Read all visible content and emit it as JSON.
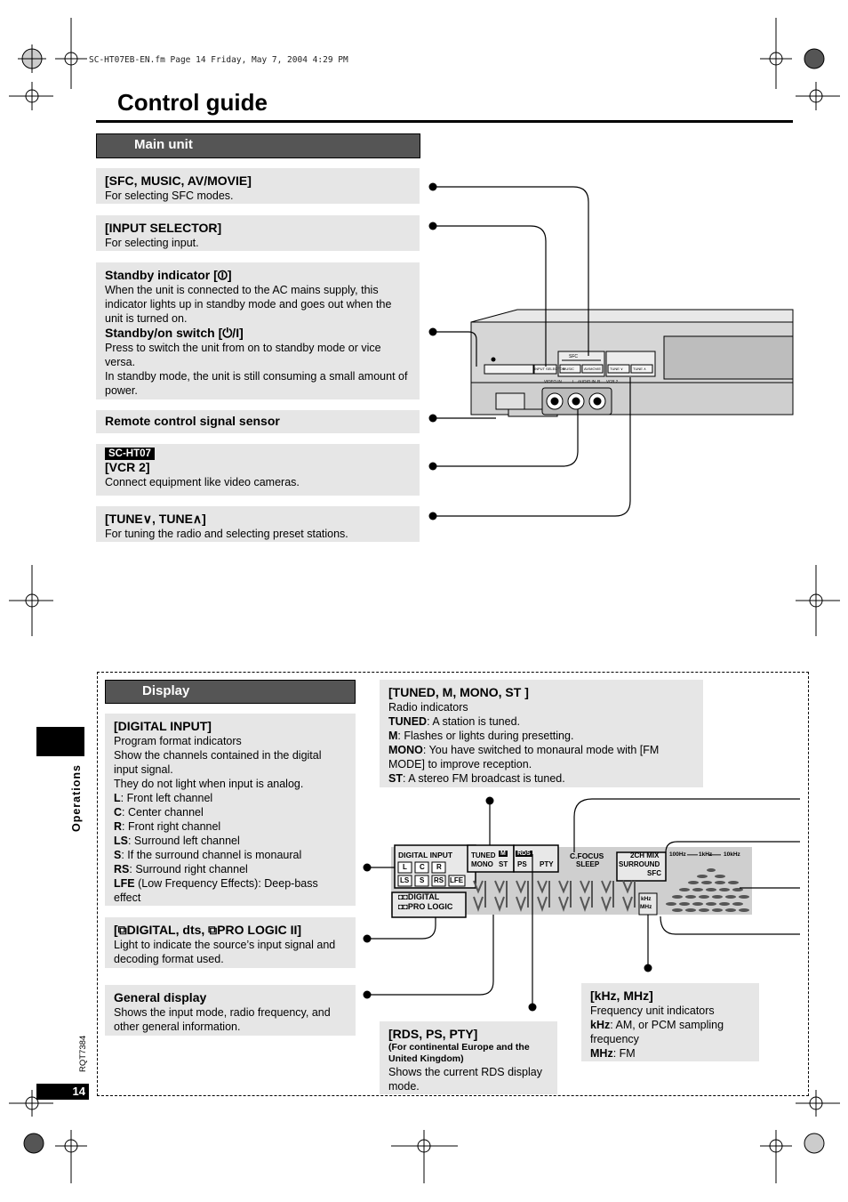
{
  "header": {
    "file_line": "SC-HT07EB-EN.fm  Page 14  Friday, May 7, 2004  4:29 PM",
    "title": "Control guide"
  },
  "main_unit": {
    "section_label": "Main unit",
    "items": [
      {
        "title": "[SFC, MUSIC, AV/MOVIE]",
        "lines": [
          "For selecting SFC modes."
        ]
      },
      {
        "title": "[INPUT SELECTOR]",
        "lines": [
          "For selecting input."
        ]
      },
      {
        "title": "Standby indicator [⏼]",
        "lines": [
          "When the unit is connected to the AC mains supply, this indicator lights up in standby mode and goes out when the unit is turned on."
        ],
        "title2": "Standby/on switch [⏻/I]",
        "lines2": [
          "Press to switch the unit from on to standby mode or vice versa.",
          "In standby mode, the unit is still consuming a small amount of power."
        ]
      },
      {
        "title": "Remote control signal sensor"
      },
      {
        "tag": "SC-HT07",
        "title": "[VCR 2]",
        "lines": [
          "Connect equipment like video cameras."
        ]
      },
      {
        "title": "[TUNE∨, TUNE∧]",
        "lines": [
          "For tuning the radio and selecting preset stations."
        ]
      }
    ],
    "device_labels": {
      "sfc": "SFC",
      "input_selector": "INPUT SELECTOR",
      "music": "MUSIC",
      "av_movie": "AV/MOVIE",
      "tune_down": "TUNE ∨",
      "tune_up": "TUNE ∧",
      "video_in": "VIDEO IN",
      "l": "L",
      "audio_in": "AUDIO IN",
      "r": "R",
      "vcr2": "VCR 2"
    }
  },
  "display": {
    "section_label": "Display",
    "digital_input": {
      "title": "[DIGITAL INPUT]",
      "lines": [
        {
          "b": "",
          "t": "Program format indicators"
        },
        {
          "b": "",
          "t": "Show the channels contained in the digital input signal."
        },
        {
          "b": "",
          "t": "They do not light when input is analog."
        },
        {
          "b": "L",
          "t": ": Front left channel"
        },
        {
          "b": "C",
          "t": ": Center channel"
        },
        {
          "b": "R",
          "t": ": Front right channel"
        },
        {
          "b": "LS",
          "t": ": Surround left channel"
        },
        {
          "b": "S",
          "t": ": If the surround channel is monaural"
        },
        {
          "b": "RS",
          "t": ": Surround right channel"
        },
        {
          "b": "LFE",
          "t": " (Low Frequency Effects): Deep-bass effect"
        }
      ]
    },
    "dolby": {
      "title": "[⧉DIGITAL, dts, ⧉PRO LOGIC II]",
      "lines": [
        "Light to indicate the source’s input signal and decoding format used."
      ]
    },
    "general": {
      "title": "General display",
      "lines": [
        "Shows the input mode, radio frequency, and other general information."
      ]
    },
    "tuned": {
      "title": "[TUNED, M, MONO, ST ]",
      "lines": [
        {
          "b": "",
          "t": "Radio indicators"
        },
        {
          "b": "TUNED",
          "t": ": A station is tuned."
        },
        {
          "b": "M",
          "t": ": Flashes or lights during presetting."
        },
        {
          "b": "MONO",
          "t": ": You have switched to monaural mode with [FM MODE] to improve reception."
        },
        {
          "b": "ST",
          "t": ": A stereo FM broadcast is tuned."
        }
      ]
    },
    "rds": {
      "title": "[RDS, PS, PTY]",
      "subtitle": "(For continental Europe and the United Kingdom)",
      "lines": [
        "Shows the current RDS display mode."
      ]
    },
    "khz": {
      "title": "[kHz, MHz]",
      "lines": [
        {
          "b": "",
          "t": "Frequency unit indicators"
        },
        {
          "b": "kHz",
          "t": ": AM, or PCM sampling frequency"
        },
        {
          "b": "MHz",
          "t": ": FM"
        }
      ]
    },
    "panel": {
      "digital_input": "DIGITAL INPUT",
      "ch": [
        "L",
        "C",
        "R",
        "LS",
        "S",
        "RS",
        "LFE"
      ],
      "dolby_digital": "DIGITAL",
      "pro_logic": "PRO LOGIC",
      "tuned": "TUNED",
      "m": "M",
      "rds": "RDS",
      "mono": "MONO",
      "st": "ST",
      "ps": "PS",
      "pty": "PTY",
      "cfocus": "C.FOCUS",
      "sleep": "SLEEP",
      "ch2mix": "2CH MIX",
      "surround": "SURROUND",
      "sfc": "SFC",
      "f100": "100Hz",
      "f1k": "1kHz",
      "f10k": "10kHz",
      "khz": "kHz",
      "mhz": "MHz"
    }
  },
  "sidebar": {
    "section": "Operations",
    "doc_code": "RQT7384",
    "page_number": "14"
  }
}
